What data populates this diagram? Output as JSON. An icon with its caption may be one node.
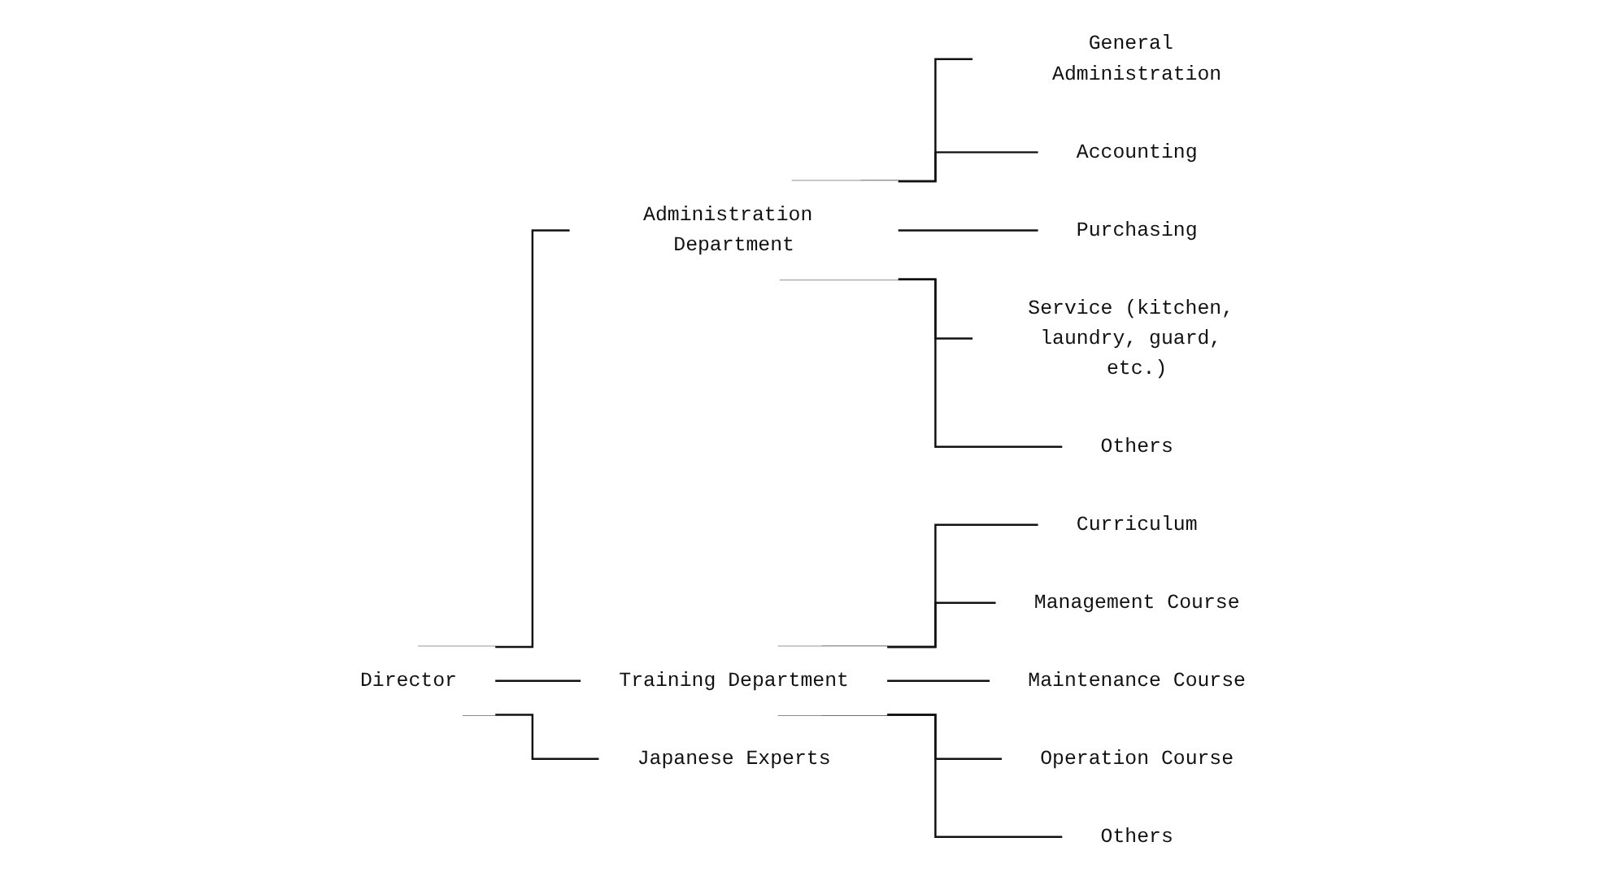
{
  "diagram": {
    "nodes": [
      {
        "text": [
          "Director"
        ]
      },
      {
        "text": [
          "Administration Department"
        ]
      },
      {
        "text": [
          "Training Department"
        ]
      },
      {
        "text": [
          "Japanese Experts"
        ]
      },
      {
        "text": [
          "General Administration"
        ]
      },
      {
        "text": [
          "Accounting"
        ]
      },
      {
        "text": [
          "Purchasing"
        ]
      },
      {
        "text": [
          "Service (kitchen, laundry, guard, etc.)"
        ]
      },
      {
        "text": [
          "Others"
        ]
      },
      {
        "text": [
          "Curriculum"
        ]
      },
      {
        "text": [
          "Management Course"
        ]
      },
      {
        "text": [
          "Maintenance Course"
        ]
      },
      {
        "text": [
          "Operation Course"
        ]
      },
      {
        "text": [
          "Others"
        ]
      }
    ],
    "edges": [
      {
        "from": 0,
        "to": 1,
        "arrow": "none"
      },
      {
        "from": 0,
        "to": 2,
        "arrow": "none"
      },
      {
        "from": 0,
        "to": 3,
        "arrow": "none"
      },
      {
        "from": 1,
        "to": 4,
        "arrow": "none"
      },
      {
        "from": 1,
        "to": 5,
        "arrow": "none"
      },
      {
        "from": 1,
        "to": 6,
        "arrow": "none"
      },
      {
        "from": 1,
        "to": 7,
        "arrow": "none"
      },
      {
        "from": 1,
        "to": 8,
        "arrow": "none"
      },
      {
        "from": 2,
        "to": 9,
        "arrow": "none"
      },
      {
        "from": 2,
        "to": 10,
        "arrow": "none"
      },
      {
        "from": 2,
        "to": 11,
        "arrow": "none"
      },
      {
        "from": 2,
        "to": 12,
        "arrow": "none"
      },
      {
        "from": 2,
        "to": 13,
        "arrow": "none"
      }
    ]
  }
}
